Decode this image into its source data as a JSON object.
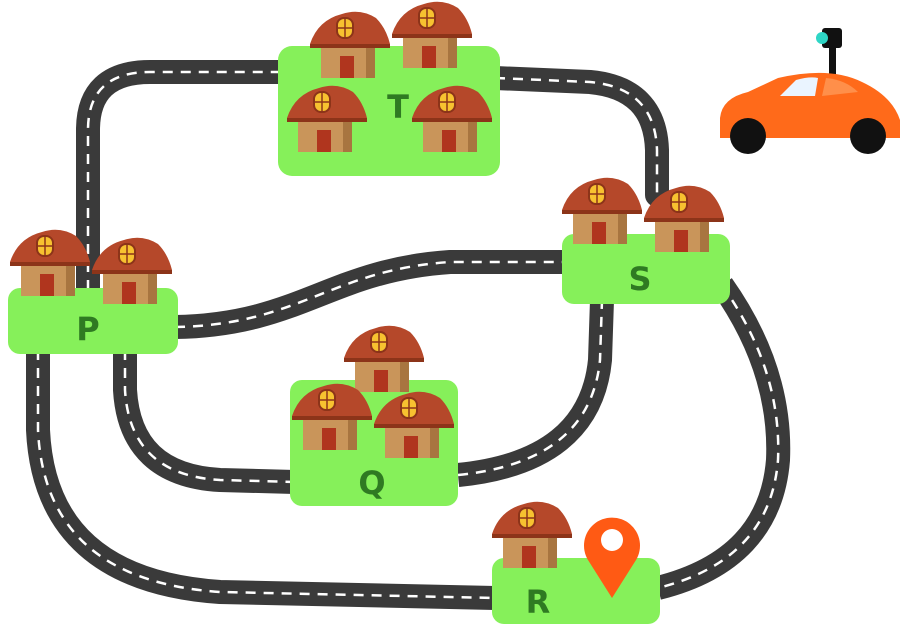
{
  "towns": {
    "P": {
      "label": "P"
    },
    "Q": {
      "label": "Q"
    },
    "R": {
      "label": "R"
    },
    "S": {
      "label": "S"
    },
    "T": {
      "label": "T"
    }
  },
  "colors": {
    "road": "#3a3a3a",
    "road_dash": "#ffffff",
    "grass": "#86f05a",
    "label": "#2f7a22",
    "roof": "#b5482a",
    "wall": "#c9955a",
    "door": "#b0351e",
    "window": "#f7c230",
    "car_body": "#ff6a1a",
    "pin": "#ff5a14"
  },
  "icons": {
    "house": "house-icon",
    "car": "car-icon",
    "pin": "location-pin-icon"
  }
}
